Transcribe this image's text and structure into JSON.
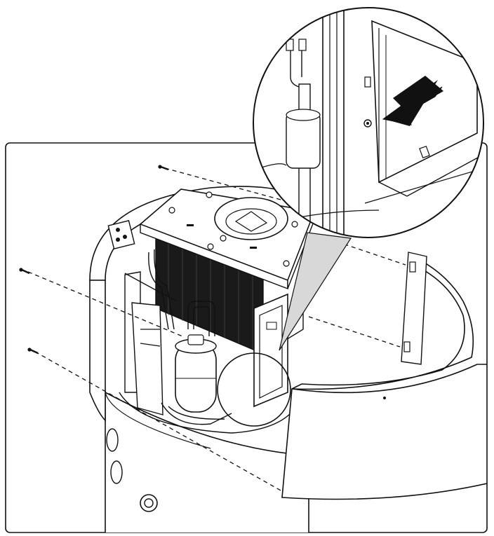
{
  "figure": {
    "kind": "line-art-assembly-illustration",
    "stroke_color": "#111111",
    "fill_color": "#ffffff",
    "dark_fill_color": "#1a1a1a",
    "light_fill_color": "#e6e6e6",
    "callout_fill_color": "#d8d8d8",
    "icons": [
      "screw-icon",
      "arrow-pointer-icon"
    ],
    "screw_count": 3,
    "detail_callout": "magnified-view"
  }
}
